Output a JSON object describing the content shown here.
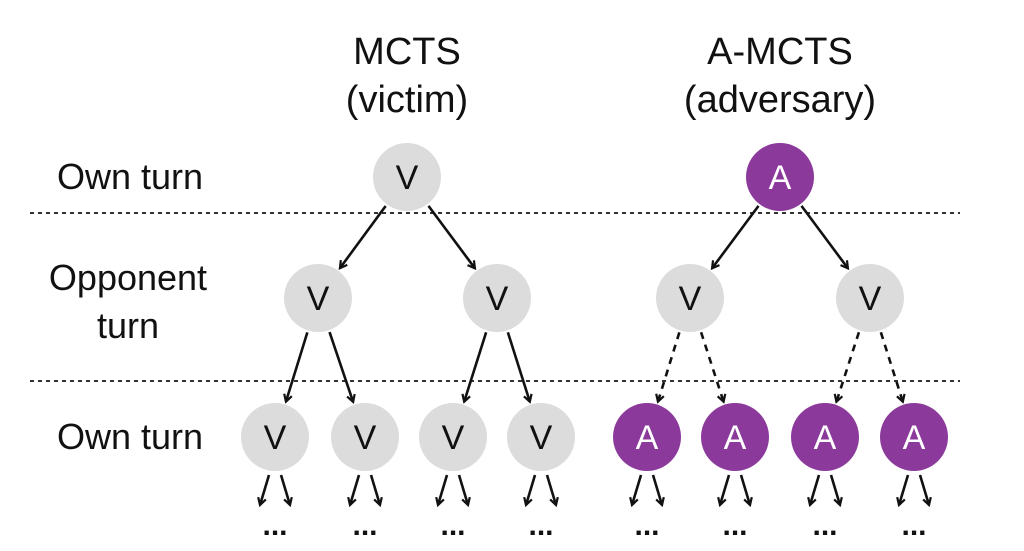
{
  "columns": [
    {
      "title": "MCTS",
      "subtitle": "(victim)"
    },
    {
      "title": "A-MCTS",
      "subtitle": "(adversary)"
    }
  ],
  "rows": [
    {
      "label_line1": "Own turn",
      "label_line2": ""
    },
    {
      "label_line1": "Opponent",
      "label_line2": "turn"
    },
    {
      "label_line1": "Own turn",
      "label_line2": ""
    }
  ],
  "node_labels": {
    "victim": "V",
    "adversary": "A"
  },
  "colors": {
    "victim_fill": "#dcdcdc",
    "victim_text": "#111111",
    "adversary_fill": "#8b3a9b",
    "adversary_text": "#ffffff"
  },
  "continuation": "..."
}
